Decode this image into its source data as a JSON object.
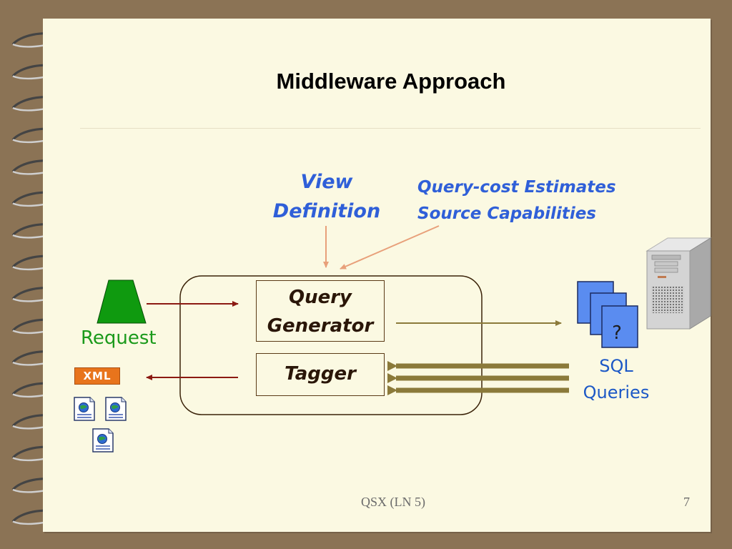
{
  "slide": {
    "title": "Middleware Approach",
    "footer": "QSX  (LN 5)",
    "page_number": "7"
  },
  "diagram": {
    "view_definition": {
      "line1": "View",
      "line2": "Definition"
    },
    "query_cost": {
      "line1": "Query-cost Estimates",
      "line2": "Source Capabilities"
    },
    "query_generator": {
      "line1": "Query",
      "line2": "Generator"
    },
    "tagger": "Tagger",
    "request": "Request",
    "xml_badge": "XML",
    "sql_queries": {
      "line1": "SQL",
      "line2": "Queries"
    },
    "question_mark": "?"
  },
  "icons": {
    "request": "trapezoid-icon",
    "xml": "xml-badge-icon",
    "document": "xml-document-icon",
    "server": "server-tower-icon",
    "queries": "stacked-pages-icon"
  },
  "colors": {
    "label_blue": "#2f5fd8",
    "sql_blue": "#1c58c6",
    "request_green": "#1b9a1b",
    "arrow_dark_red": "#8b1a12",
    "arrow_olive": "#8b7a3a",
    "annotation_salmon": "#e8a07a",
    "page_bg": "#fbf9e2",
    "frame_bg": "#8b7355"
  }
}
